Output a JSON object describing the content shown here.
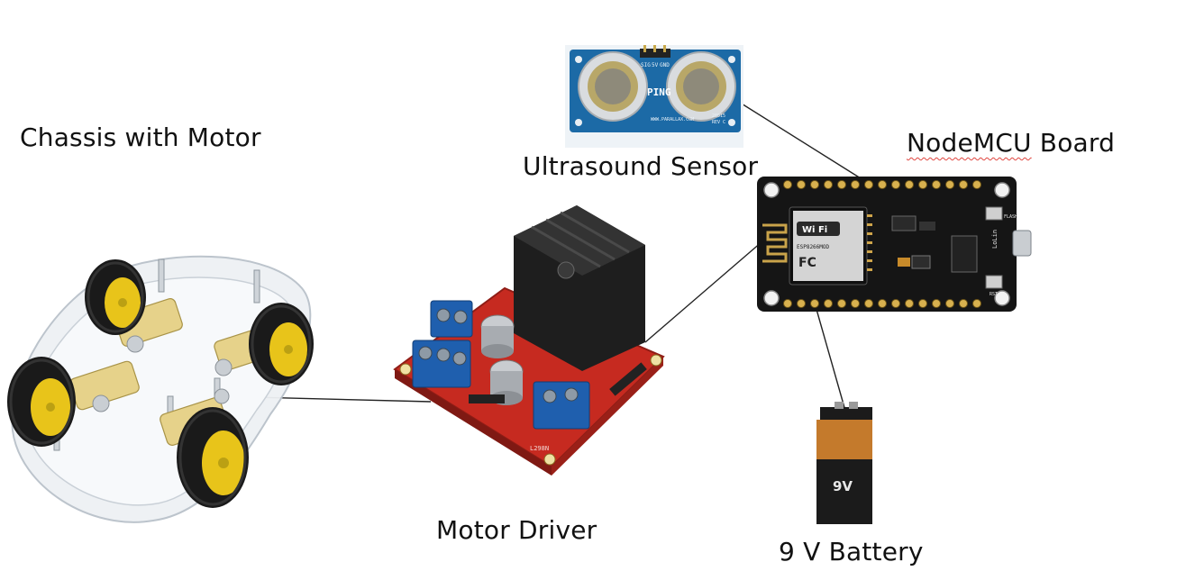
{
  "labels": {
    "chassis": "Chassis with Motor",
    "ultrasound": "Ultrasound Sensor",
    "nodemcu_underlined": "NodeMCU",
    "nodemcu_rest": " Board",
    "motor_driver": "Motor Driver",
    "battery": "9 V Battery"
  },
  "component_text": {
    "battery_voltage": "9V",
    "sensor_brand": "PING",
    "sensor_pins": [
      "SIG",
      "5V",
      "GND"
    ],
    "sensor_site": "WWW.PARALLAX.COM",
    "sensor_part": "28015",
    "sensor_rev": "REV C",
    "board_chip": "Wi Fi",
    "board_chip_model": "ESP8266MOD",
    "board_brand": "LoLin",
    "board_flash": "FLASH",
    "board_rst": "RST",
    "driver_code": "L298N"
  },
  "colors": {
    "sensor_pcb": "#1c6aa6",
    "board_pcb": "#151515",
    "driver_pcb": "#c62a20",
    "terminal_blue": "#1f5fae",
    "battery_orange": "#c47a2c",
    "battery_black": "#1b1b1b",
    "tire": "#1a1a1a",
    "wheel_yellow": "#e8c41a"
  }
}
